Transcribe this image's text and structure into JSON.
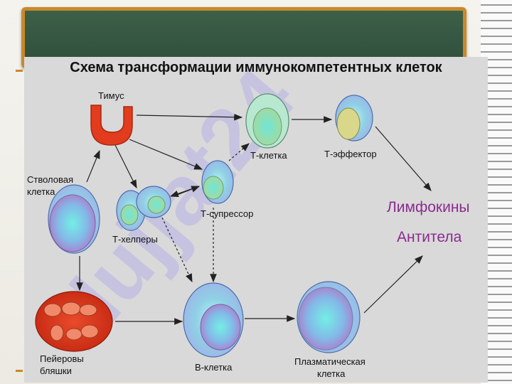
{
  "title": "Схема трансформации иммунокомпетентных клеток",
  "labels": {
    "thymus": "Тимус",
    "stem_cell_line1": "Стволовая",
    "stem_cell_line2": "клетка",
    "t_cell": "Т-клетка",
    "t_effector": "Т-эффектор",
    "t_suppressor": "Т-супрессор",
    "t_helpers": "Т-хелперы",
    "peyer_line1": "Пейеровы",
    "peyer_line2": "бляшки",
    "b_cell": "В-клетка",
    "plasma_line1": "Плазматическая",
    "plasma_line2": "клетка",
    "lymphokines": "Лимфокины",
    "antibodies": "Антитела"
  },
  "watermark": "Hujjat24",
  "colors": {
    "accent_text": "#8b2b8f",
    "board": "#2f4f3b",
    "frame": "#c8892a",
    "thymus": "#e23b1e",
    "watermark": "#b6b0e6"
  }
}
